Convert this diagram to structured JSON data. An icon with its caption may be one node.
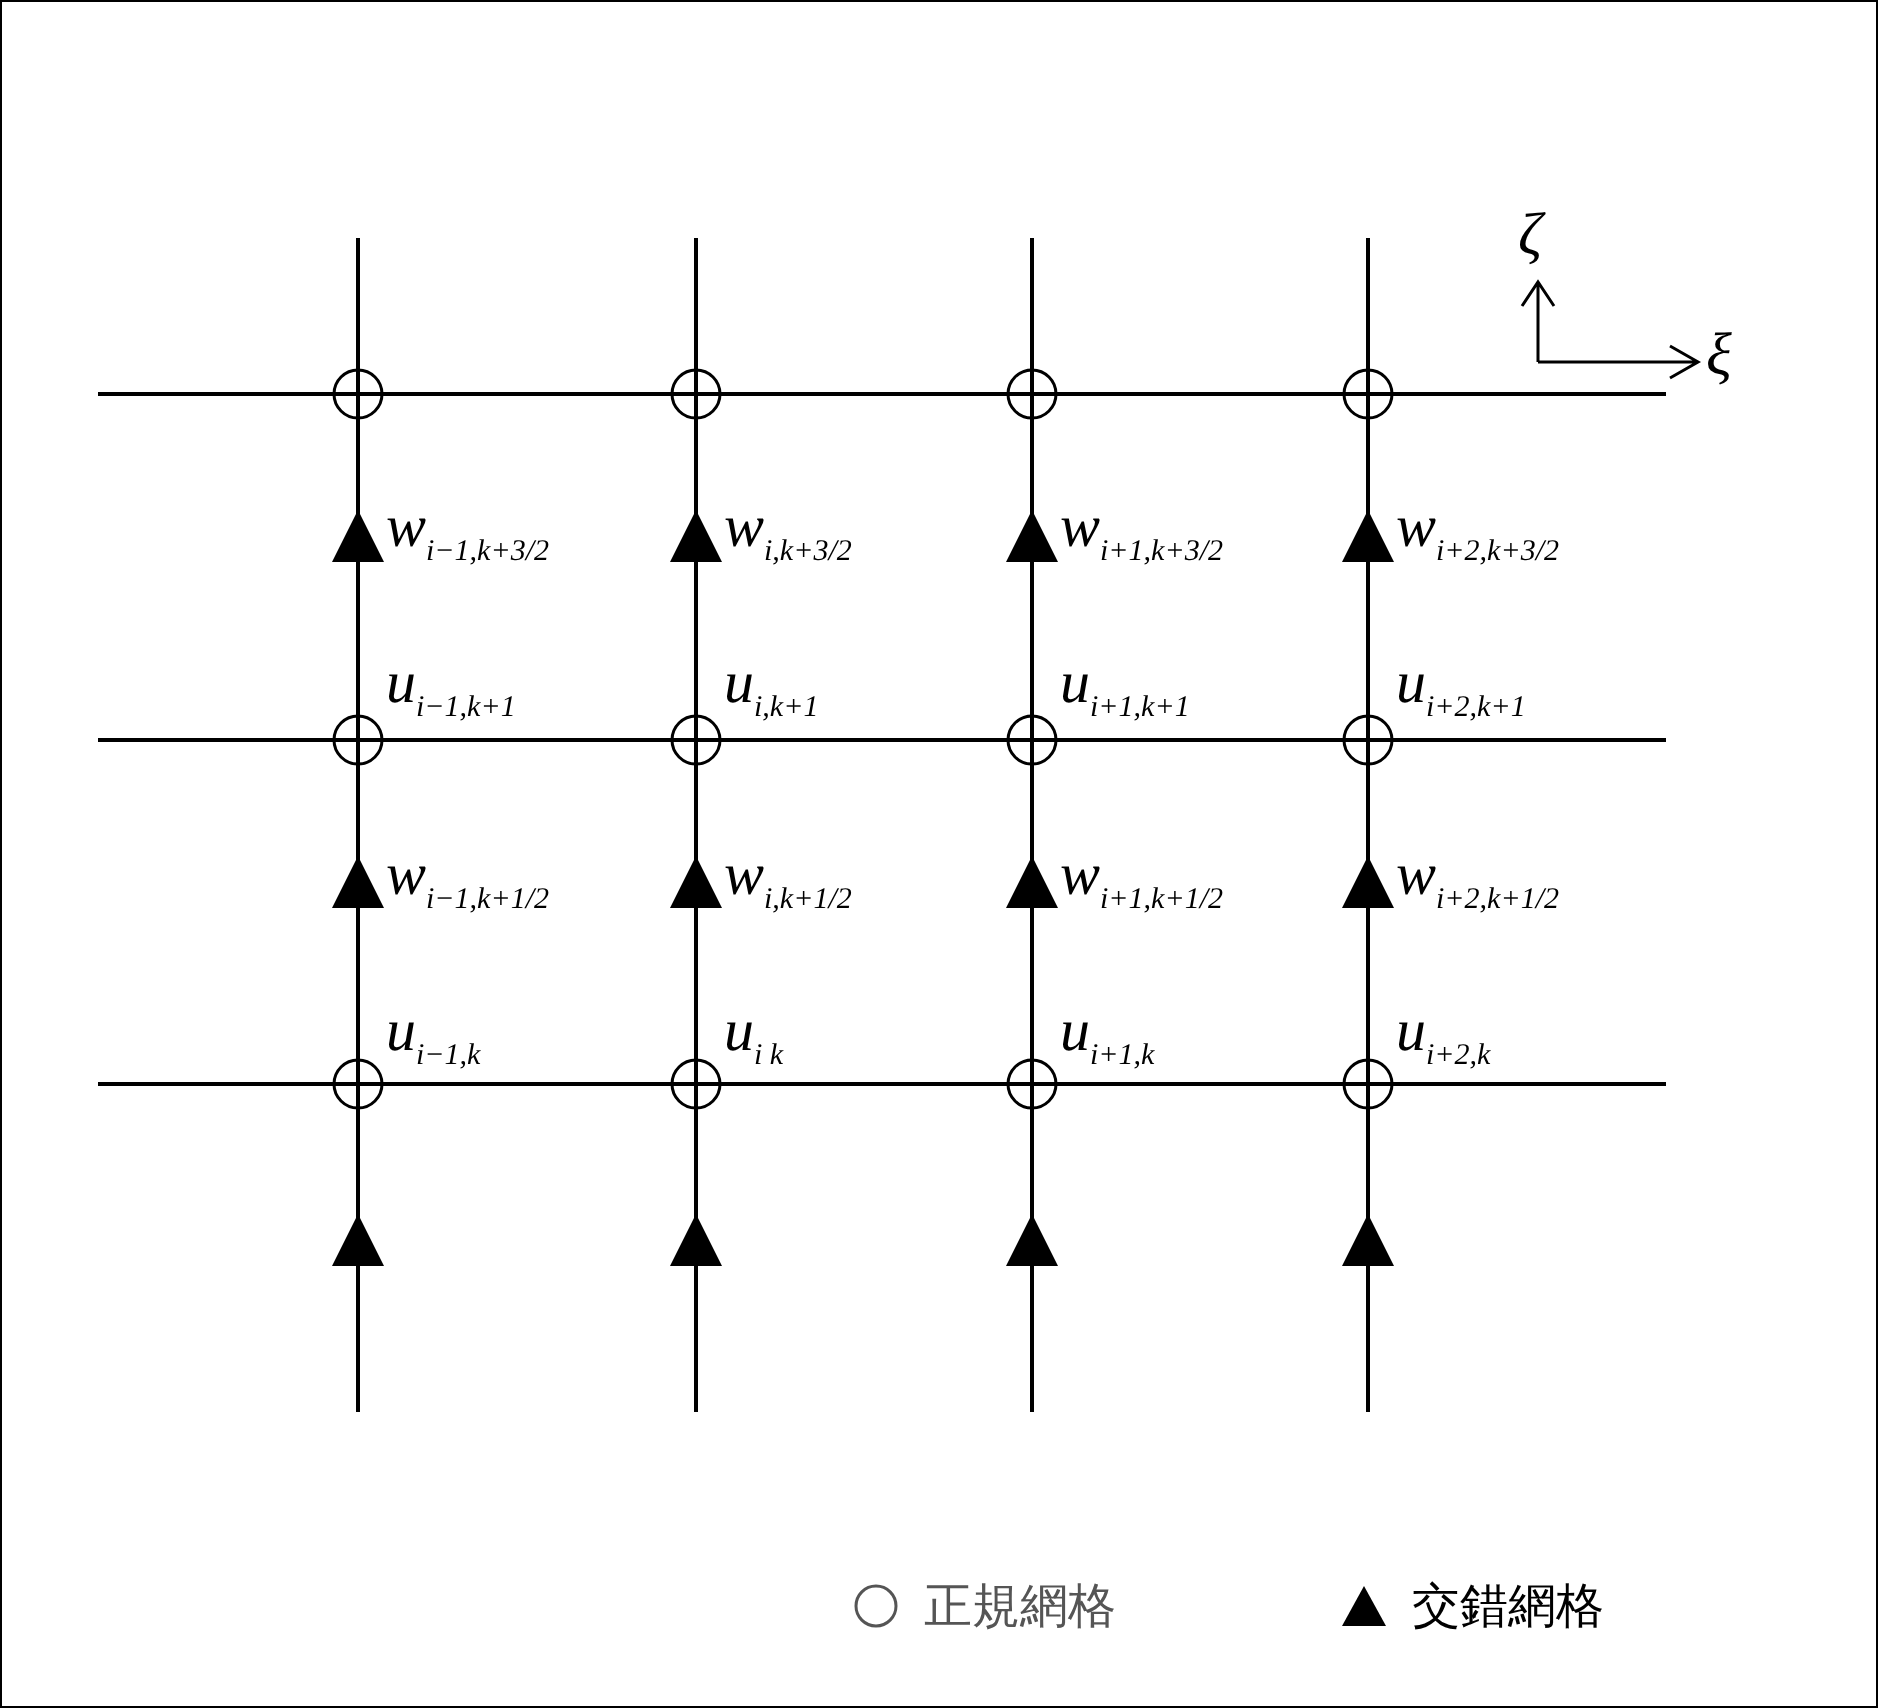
{
  "diagram": {
    "labels": [
      "ζ",
      "ξ",
      "w$_{i−1,k+3/2}$",
      "w$_{i,k+3/2}$",
      "w$_{i+1,k+3/2}$",
      "w$_{i+2,k+3/2}$",
      "u$_{i−1,k+1}$",
      "u$_{i,k+1}$",
      "u$_{i+1,k+1}$",
      "u$_{i+2,k+1}$",
      "w$_{i−1,k+1/2}$",
      "w$_{i,k+1/2}$",
      "w$_{i+1,k+1/2}$",
      "w$_{i+2,k+1/2}$",
      "u$_{i−1,k}$",
      "u$_{i k}$",
      "u$_{i+1,k}$",
      "u$_{i+2,k}$"
    ],
    "legend": [
      {
        "text": "正規網格"
      },
      {
        "text": "交錯網格"
      }
    ]
  }
}
